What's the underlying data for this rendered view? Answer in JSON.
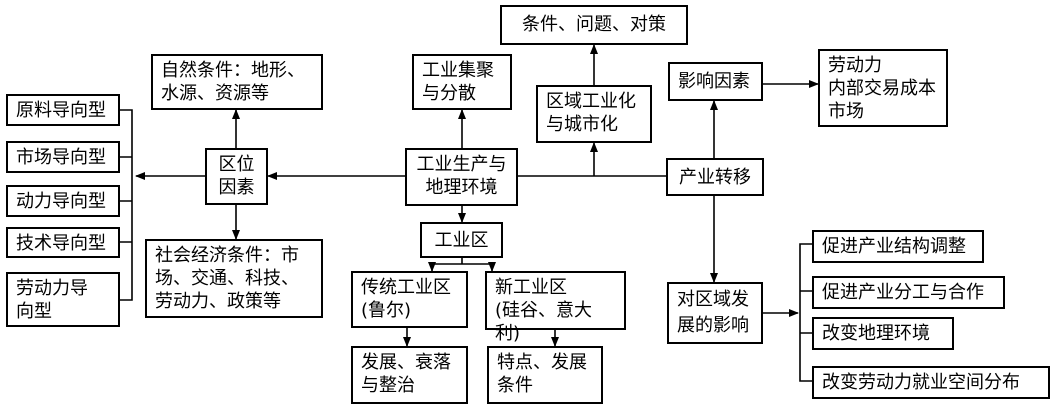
{
  "nodes": {
    "core": "工业生产与\n地理环境",
    "location": "区位\n因素",
    "natural": "自然条件：地形、\n水源、资源等",
    "social": "社会经济条件：市\n场、交通、科技、\n劳动力、政策等",
    "orient_raw": "原料导向型",
    "orient_market": "市场导向型",
    "orient_power": "动力导向型",
    "orient_tech": "技术导向型",
    "orient_labor": "劳动力导\n向型",
    "agglom": "工业集聚\n与分散",
    "urban": "区域工业化\n与城市化",
    "issues": "条件、问题、对策",
    "zone": "工业区",
    "trad": "传统工业区\n(鲁尔)",
    "trad_dev": "发展、衰落\n与整治",
    "newz": "新工业区\n(硅谷、意大利)",
    "newz_feat": "特点、发展\n条件",
    "transfer": "产业转移",
    "factors": "影响因素",
    "factor_list": "劳动力\n内部交易成本\n市场",
    "impact": "对区域发\n展的影响",
    "eff_structure": "促进产业结构调整",
    "eff_division": "促进产业分工与合作",
    "eff_env": "改变地理环境",
    "eff_labor": "改变劳动力就业空间分布"
  }
}
